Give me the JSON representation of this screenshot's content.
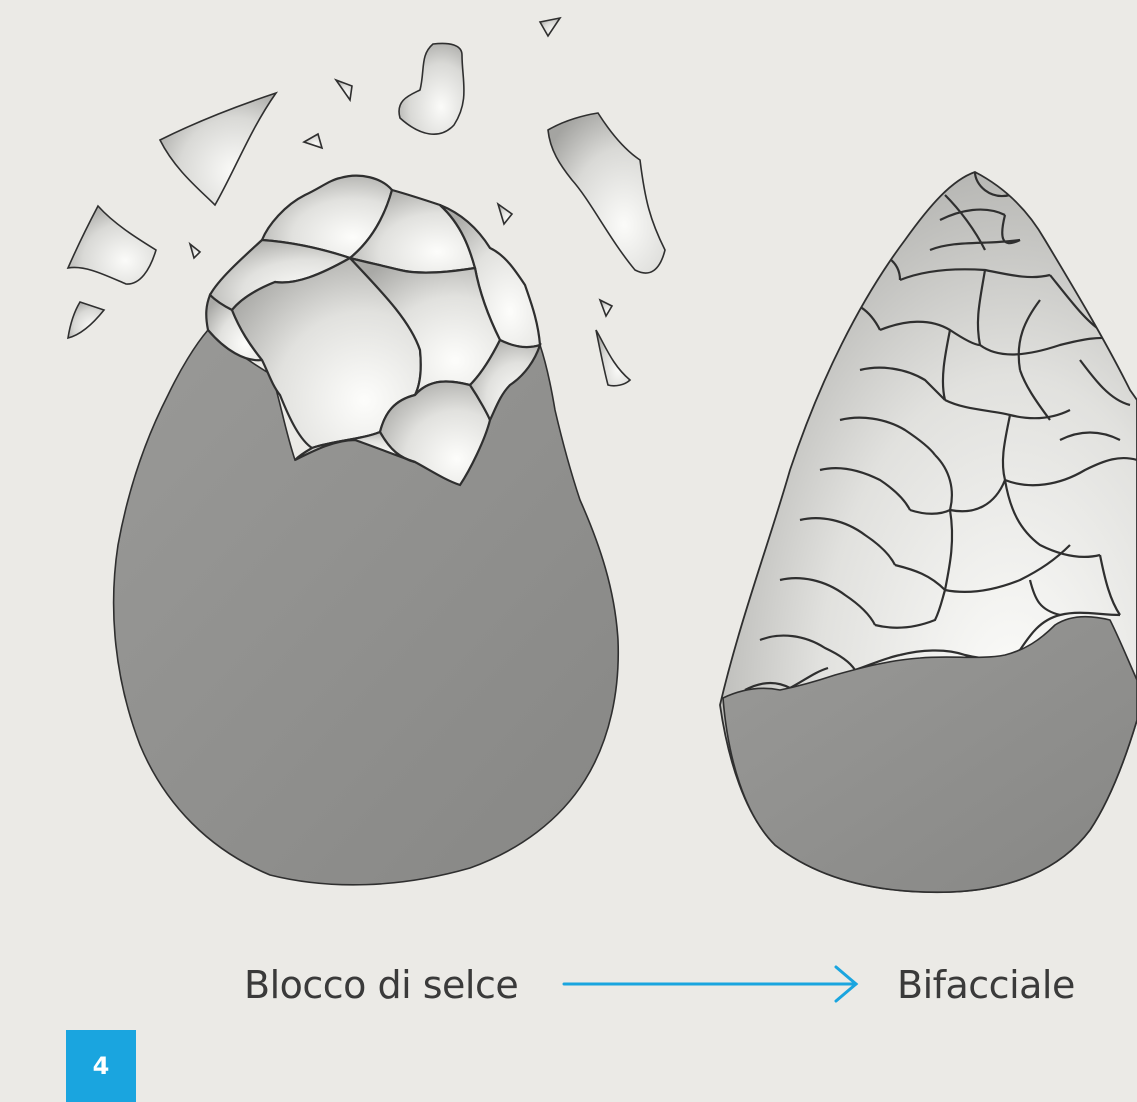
{
  "diagram": {
    "start_label": "Blocco di selce",
    "end_label": "Bifacciale",
    "page_number": "4"
  },
  "colors": {
    "background": "#ebeae6",
    "cortex": "#8f8f8d",
    "flake_light": "#f2f2f0",
    "outline": "#2f2f2f",
    "arrow": "#1aa5df",
    "badge": "#1aa5df"
  }
}
